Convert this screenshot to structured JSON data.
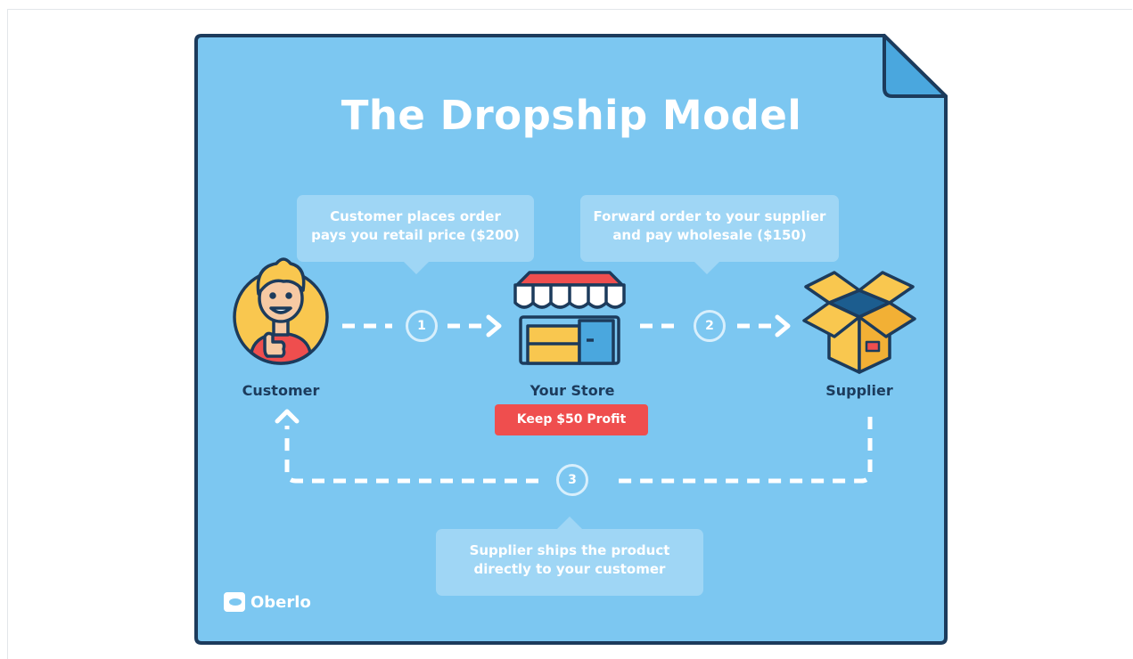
{
  "title": "The Dropship Model",
  "nodes": {
    "customer": "Customer",
    "store": "Your Store",
    "supplier": "Supplier"
  },
  "profit_badge": "Keep $50 Profit",
  "steps": [
    {
      "number": "1",
      "text_line1": "Customer places order",
      "text_line2": "pays you retail price ($200)"
    },
    {
      "number": "2",
      "text_line1": "Forward order to your supplier",
      "text_line2": "and pay wholesale ($150)"
    },
    {
      "number": "3",
      "text_line1": "Supplier ships the product",
      "text_line2": "directly to your customer"
    }
  ],
  "brand": "Oberlo",
  "colors": {
    "card": "#7cc7f1",
    "border": "#1c3b5c",
    "profit": "#ef4e4e"
  }
}
